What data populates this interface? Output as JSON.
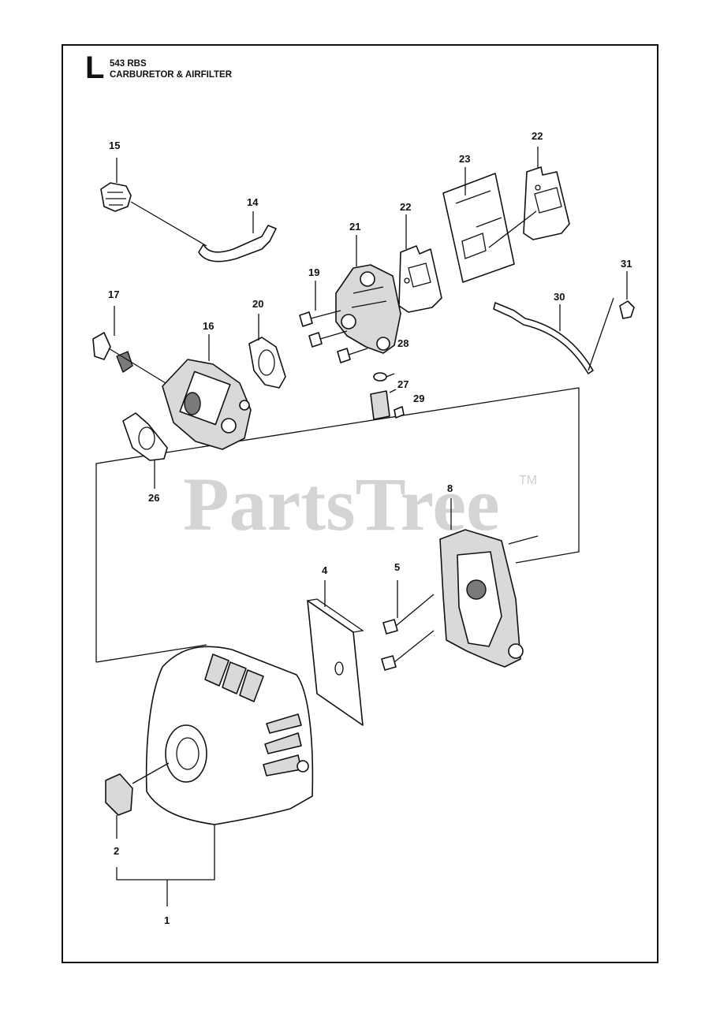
{
  "header": {
    "section_letter": "L",
    "model": "543 RBS",
    "title": "CARBURETOR & AIRFILTER"
  },
  "watermark": {
    "text": "PartsTree",
    "trademark": "TM"
  },
  "parts": {
    "p1": "1",
    "p2": "2",
    "p4": "4",
    "p5": "5",
    "p8": "8",
    "p14": "14",
    "p15": "15",
    "p16": "16",
    "p17": "17",
    "p19": "19",
    "p20": "20",
    "p21": "21",
    "p22a": "22",
    "p22b": "22",
    "p23": "23",
    "p26": "26",
    "p27": "27",
    "p28": "28",
    "p29": "29",
    "p30": "30",
    "p31": "31"
  }
}
